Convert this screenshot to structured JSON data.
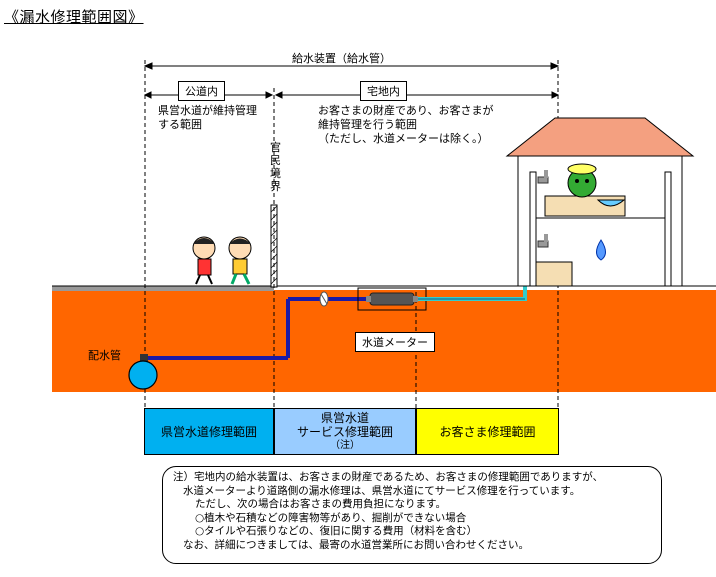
{
  "title": "《漏水修理範囲図》",
  "supply": {
    "label": "給水装置（給水管）",
    "public_label": "公道内",
    "private_label": "宅地内",
    "public_desc": [
      "県営水道が維持管理",
      "する範囲"
    ],
    "private_desc": [
      "お客さまの財産であり、お客さまが",
      "維持管理を行う範囲",
      "（ただし、水道メーターは除く。）"
    ],
    "boundary": [
      "官",
      "民",
      "境",
      "界"
    ]
  },
  "pipe": {
    "main_label": "配水管",
    "meter_label": "水道メーター"
  },
  "zones": [
    {
      "label": "県営水道修理範囲",
      "color": "#00b0f0"
    },
    {
      "label": "県営水道",
      "label2": "サービス修理範囲",
      "label3": "（注）",
      "color": "#99ccff"
    },
    {
      "label": "お客さま修理範囲",
      "color": "#ffff00"
    }
  ],
  "note": {
    "lines": [
      "注）宅地内の給水装置は、お客さまの財産であるため、お客さまの修理範囲でありますが、",
      "水道メーターより道路側の漏水修理は、県営水道にてサービス修理を行っています。",
      "ただし、次の場合はお客さまの費用負担になります。",
      "○植木や石積などの障害物等があり、掘削ができない場合",
      "○タイルや石張りなどの、復旧に関する費用（材料を含む）",
      "なお、詳細につきましては、最寄の水道営業所にお問い合わせください。"
    ]
  },
  "colors": {
    "ground": "#ff6600",
    "pipe": "#1a1aa6",
    "service_pipe": "#33cccc",
    "roof": "#f4a080"
  }
}
